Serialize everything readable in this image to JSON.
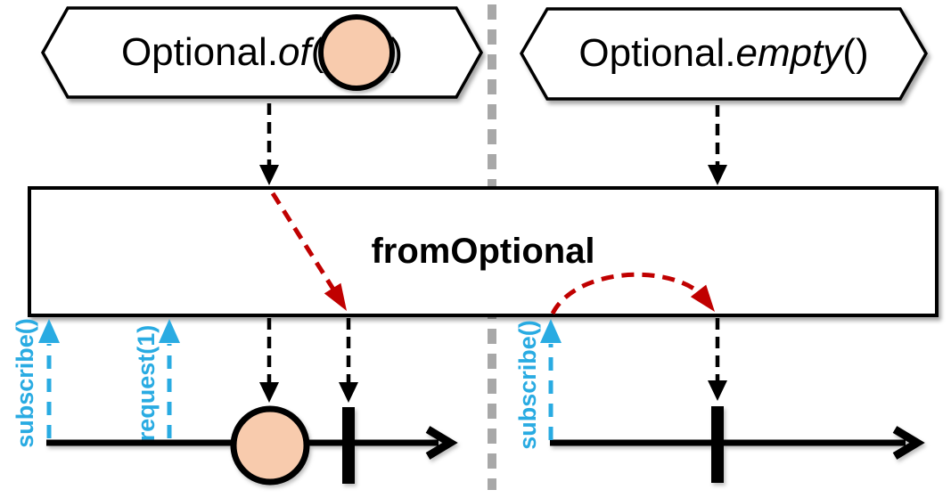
{
  "colors": {
    "background": "#FFFFFF",
    "line_black": "#000000",
    "signal_blue": "#29ABE2",
    "event_red": "#C00000",
    "marble_fill": "#F8CBAD",
    "divider_gray": "#A8A8A8",
    "shape_fill": "#FFFFFF"
  },
  "sources": {
    "left": {
      "prefix": "Optional.",
      "method": "of",
      "open": "(",
      "close": ")"
    },
    "right": {
      "prefix": "Optional.",
      "method": "empty",
      "args": "()"
    }
  },
  "operator": {
    "label": "fromOptional"
  },
  "signals": {
    "left_subscribe": "subscribe()",
    "left_request": "request(1)",
    "right_subscribe": "subscribe()"
  },
  "icons": {
    "marble": "filled-circle",
    "complete": "vertical-bar",
    "divider": "dashed-vertical-line",
    "subscription_arrow": "dashed-up-arrow",
    "emission_arrow": "dashed-down-arrow"
  }
}
